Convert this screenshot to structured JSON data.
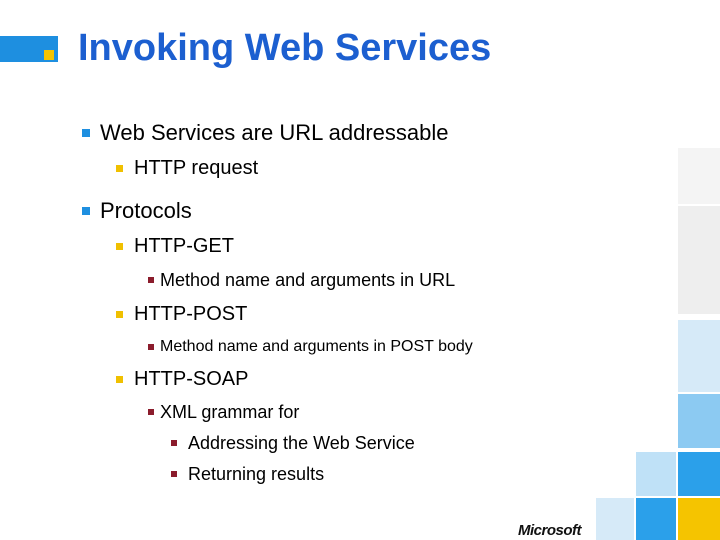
{
  "slide": {
    "title": "Invoking Web Services",
    "bullets": [
      {
        "level": 1,
        "text": "Web Services are URL addressable"
      },
      {
        "level": 2,
        "text": "HTTP request"
      },
      {
        "level": 1,
        "text": "Protocols"
      },
      {
        "level": 2,
        "text": "HTTP-GET"
      },
      {
        "level": 3,
        "text": "Method name and arguments in URL"
      },
      {
        "level": 2,
        "text": "HTTP-POST"
      },
      {
        "level": 3,
        "text": "Method name and arguments in POST body"
      },
      {
        "level": 2,
        "text": "HTTP-SOAP"
      },
      {
        "level": 3,
        "text": "XML grammar for"
      },
      {
        "level": 4,
        "text": "Addressing the Web Service"
      },
      {
        "level": 4,
        "text": "Returning results"
      }
    ],
    "logo": "Microsoft"
  },
  "colors": {
    "title": "#1c5fd0",
    "level1_bullet": "#1e8fe0",
    "level2_bullet": "#f0c000",
    "level3_bullet": "#8b1c2c",
    "accent_blue": "#1e8fe0",
    "accent_yellow": "#f5c400"
  }
}
